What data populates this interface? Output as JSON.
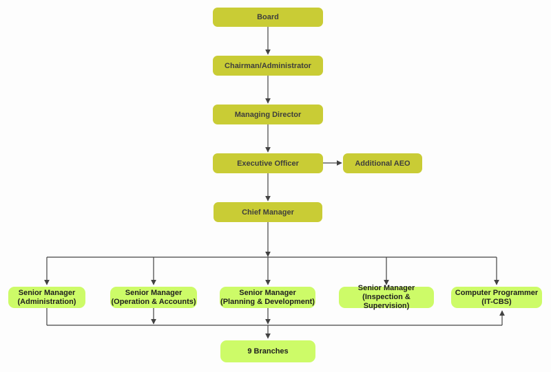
{
  "diagram": {
    "type": "org-chart",
    "colors": {
      "box_primary": "#c9cc35",
      "box_secondary": "#cdfb68",
      "line": "#424242",
      "text_primary": "#3e3e3c",
      "text_secondary": "#1e1e1e",
      "background": "#fdfdfd"
    },
    "nodes": {
      "board": {
        "label": "Board"
      },
      "chairman": {
        "label": "Chairman/Administrator"
      },
      "managing_director": {
        "label": "Managing Director"
      },
      "executive_officer": {
        "label": "Executive Officer"
      },
      "additional_aeo": {
        "label": "Additional AEO"
      },
      "chief_manager": {
        "label": "Chief Manager"
      },
      "sm_admin": {
        "line1": "Senior Manager",
        "line2": "(Administration)"
      },
      "sm_operation": {
        "line1": "Senior Manager",
        "line2": "(Operation & Accounts)"
      },
      "sm_planning": {
        "line1": "Senior Manager",
        "line2": "(Planning & Development)"
      },
      "sm_inspection": {
        "line1": "Senior Manager",
        "line2": "(Inspection & Supervision)"
      },
      "computer_programmer": {
        "line1": "Computer Programmer",
        "line2": "(IT-CBS)"
      },
      "branches": {
        "label": "9 Branches"
      }
    }
  }
}
